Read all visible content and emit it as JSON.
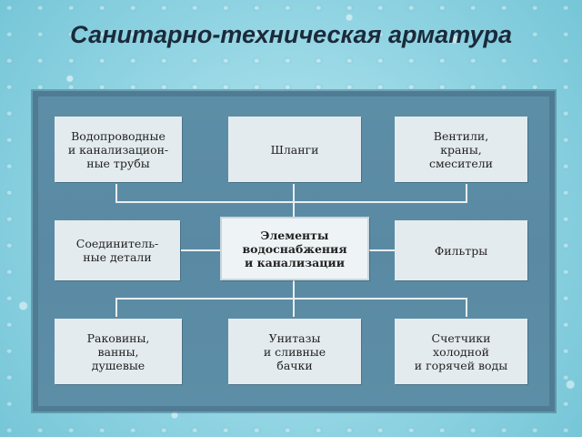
{
  "title": "Санитарно-техническая арматура",
  "center": "Элементы\nводоснабжения\nи канализации",
  "boxes": {
    "top_left": "Водопроводные\nи канализацион-\nные трубы",
    "top_middle": "Шланги",
    "top_right": "Вентили,\nкраны,\nсмесители",
    "mid_left": "Соединитель-\nные детали",
    "mid_right": "Фильтры",
    "bottom_left": "Раковины,\nванны,\nдушевые",
    "bottom_middle": "Унитазы\nи сливные\nбачки",
    "bottom_right": "Счетчики\nхолодной\nи горячей воды"
  },
  "colors": {
    "panel": "#5a8aa3",
    "box": "#e4ebee",
    "lines": "#e8eef0"
  }
}
